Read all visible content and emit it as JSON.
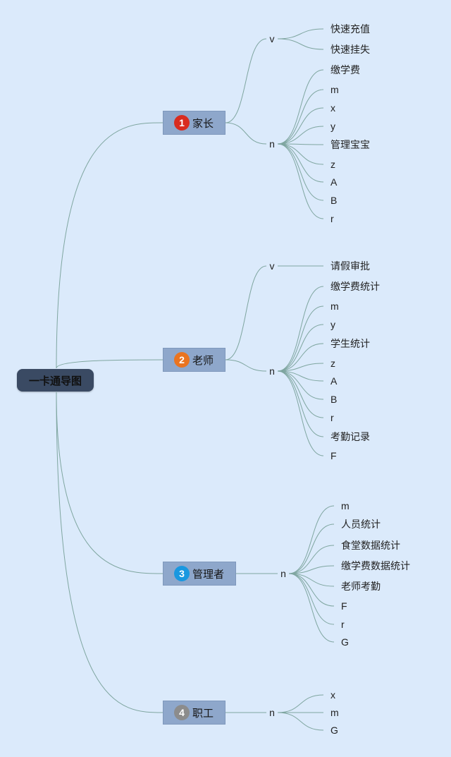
{
  "colors": {
    "background": "#dbeafb",
    "line": "#7fa6a0",
    "root_fill": "#3a4a63",
    "branch_fill": "#8ea7cb",
    "badge_1": "#d92c1f",
    "badge_2": "#ea7420",
    "badge_3": "#1a98e0",
    "badge_4": "#8c8c8c"
  },
  "root": {
    "label": "一卡通导图"
  },
  "branches": [
    {
      "number": "1",
      "label": "家长",
      "groups": [
        {
          "label": "v",
          "items": [
            "快速充值",
            "快速挂失"
          ]
        },
        {
          "label": "n",
          "items": [
            "缴学费",
            "m",
            "x",
            "y",
            "管理宝宝",
            "z",
            "A",
            "B",
            "r"
          ]
        }
      ]
    },
    {
      "number": "2",
      "label": "老师",
      "groups": [
        {
          "label": "v",
          "items": [
            "请假审批"
          ]
        },
        {
          "label": "n",
          "items": [
            "缴学费统计",
            "m",
            "y",
            "学生统计",
            "z",
            "A",
            "B",
            "r",
            "考勤记录",
            "F"
          ]
        }
      ]
    },
    {
      "number": "3",
      "label": "管理者",
      "groups": [
        {
          "label": "n",
          "items": [
            "m",
            "人员统计",
            "食堂数据统计",
            "缴学费数据统计",
            "老师考勤",
            "F",
            "r",
            "G"
          ]
        }
      ]
    },
    {
      "number": "4",
      "label": "职工",
      "groups": [
        {
          "label": "n",
          "items": [
            "x",
            "m",
            "G"
          ]
        }
      ]
    }
  ]
}
